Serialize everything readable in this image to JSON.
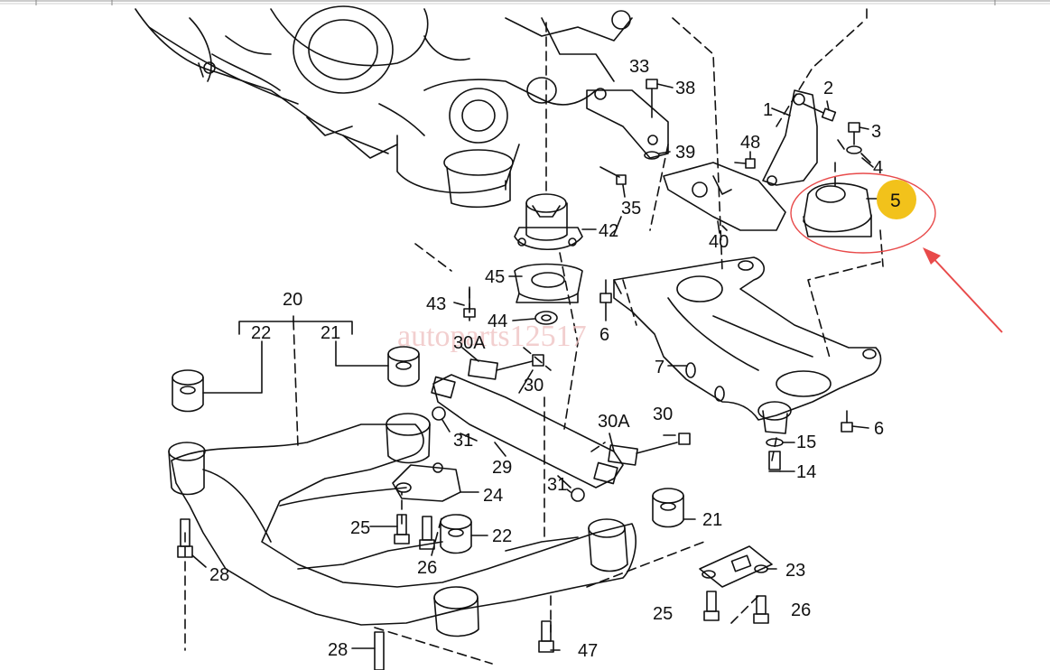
{
  "diagram": {
    "watermark": "autoparts12517",
    "highlight": {
      "label": "5",
      "badge_color": "#f2c21b",
      "circle_color": "#e84a4a",
      "arrow_color": "#e84a4a"
    },
    "labels": {
      "l1": "1",
      "l2": "2",
      "l3": "3",
      "l4": "4",
      "l5": "5",
      "l6a": "6",
      "l6b": "6",
      "l7": "7",
      "l14": "14",
      "l15": "15",
      "l20": "20",
      "l21a": "21",
      "l21b": "21",
      "l22a": "22",
      "l22b": "22",
      "l23": "23",
      "l24": "24",
      "l25a": "25",
      "l25b": "25",
      "l26a": "26",
      "l26b": "26",
      "l28a": "28",
      "l28b": "28",
      "l29": "29",
      "l30a": "30",
      "l30b": "30",
      "l30Aa": "30A",
      "l30Ab": "30A",
      "l31a": "31",
      "l31b": "31",
      "l33": "33",
      "l35": "35",
      "l38": "38",
      "l39": "39",
      "l40": "40",
      "l42": "42",
      "l43": "43",
      "l44": "44",
      "l45": "45",
      "l47": "47",
      "l48": "48"
    }
  }
}
